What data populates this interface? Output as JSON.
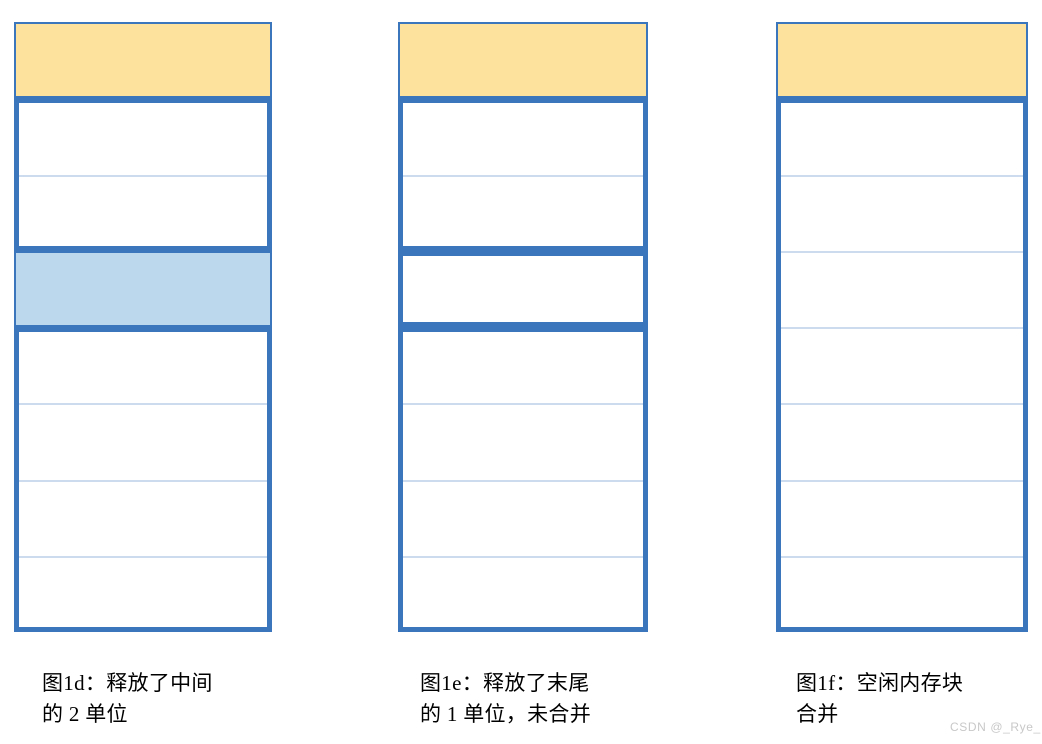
{
  "figure": {
    "title_semantic": "memory-allocation-free-block-coalescing-diagram",
    "unit_count": 8,
    "colors": {
      "border_blue": "#3b76bd",
      "allocated_yellow": "#fce29d",
      "freed_lightblue": "#bcd8ed",
      "unit_divider": "#ccdcee",
      "background": "#ffffff",
      "text": "#000000",
      "watermark": "#c8c8c8"
    },
    "columns": [
      {
        "id": "fig-1d",
        "caption_line1": "图1d：释放了中间",
        "caption_line2": "的 2 单位",
        "caption_full": "图1d：释放了中间的 2 单位",
        "blocks": [
          {
            "name": "allocated-block-top",
            "fill": "yellow",
            "units": 1,
            "border": "thin",
            "state": "allocated"
          },
          {
            "name": "allocated-block-second",
            "fill": "white",
            "units": 2,
            "border": "thick",
            "state": "allocated"
          },
          {
            "name": "freed-block-middle",
            "fill": "lightblue",
            "units": 1,
            "border": "thin",
            "state": "freed"
          },
          {
            "name": "free-block-bottom",
            "fill": "white",
            "units": 4,
            "border": "thick",
            "state": "free"
          }
        ]
      },
      {
        "id": "fig-1e",
        "caption_line1": "图1e：释放了末尾",
        "caption_line2": "的 1 单位，未合并",
        "caption_full": "图1e：释放了末尾的 1 单位，未合并",
        "blocks": [
          {
            "name": "allocated-block-top",
            "fill": "yellow",
            "units": 1,
            "border": "thin",
            "state": "allocated"
          },
          {
            "name": "free-block-second",
            "fill": "white",
            "units": 2,
            "border": "thick",
            "state": "free"
          },
          {
            "name": "free-block-third",
            "fill": "white",
            "units": 1,
            "border": "thick",
            "state": "free"
          },
          {
            "name": "free-block-bottom",
            "fill": "white",
            "units": 4,
            "border": "thick",
            "state": "free"
          }
        ]
      },
      {
        "id": "fig-1f",
        "caption_line1": "图1f：空闲内存块",
        "caption_line2": "合并",
        "caption_full": "图1f：空闲内存块合并",
        "blocks": [
          {
            "name": "allocated-block-top",
            "fill": "yellow",
            "units": 1,
            "border": "thin",
            "state": "allocated"
          },
          {
            "name": "merged-free-block",
            "fill": "white",
            "units": 7,
            "border": "thick",
            "state": "free-merged"
          }
        ]
      }
    ]
  },
  "watermark": {
    "text": "CSDN @_Rye_"
  }
}
